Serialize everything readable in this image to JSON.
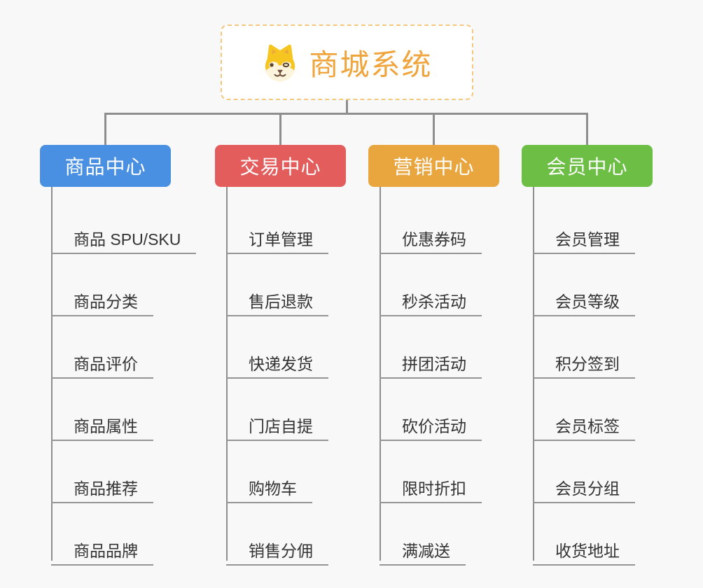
{
  "page": {
    "background": "#f8f8f9",
    "connector_color": "#8e8e8e",
    "leaf_underline_color": "#949494",
    "leaf_text_color": "#333333"
  },
  "root": {
    "title": "商城系统",
    "icon": "shiba-dog-face",
    "text_color": "#f0a43c",
    "border_color": "#f3c87e",
    "icon_colors": {
      "head": "#f6c51f",
      "muzzle": "#fdf4dd",
      "features": "#6e503c"
    }
  },
  "branches": [
    {
      "label": "商品中心",
      "color": "#4a90e2",
      "children": [
        "商品 SPU/SKU",
        "商品分类",
        "商品评价",
        "商品属性",
        "商品推荐",
        "商品品牌"
      ]
    },
    {
      "label": "交易中心",
      "color": "#e35d5d",
      "children": [
        "订单管理",
        "售后退款",
        "快递发货",
        "门店自提",
        "购物车",
        "销售分佣"
      ]
    },
    {
      "label": "营销中心",
      "color": "#e9a63f",
      "children": [
        "优惠券码",
        "秒杀活动",
        "拼团活动",
        "砍价活动",
        "限时折扣",
        "满减送"
      ]
    },
    {
      "label": "会员中心",
      "color": "#6cbe45",
      "children": [
        "会员管理",
        "会员等级",
        "积分签到",
        "会员标签",
        "会员分组",
        "收货地址"
      ]
    }
  ]
}
